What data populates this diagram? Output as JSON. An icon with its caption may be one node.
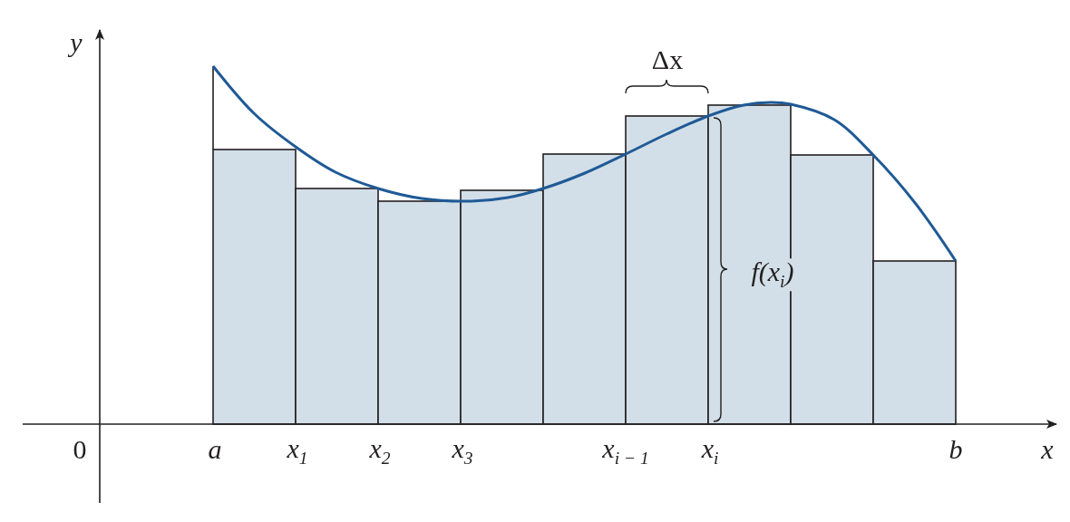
{
  "diagram": {
    "labels": [
      "y",
      "Δx",
      "f(x$_{i}$)",
      "0",
      "a",
      "x$_{1}$",
      "x$_{2}$",
      "x$_{3}$",
      "x$_{i − 1}$",
      "x$_{i}$",
      "b",
      "x"
    ]
  }
}
